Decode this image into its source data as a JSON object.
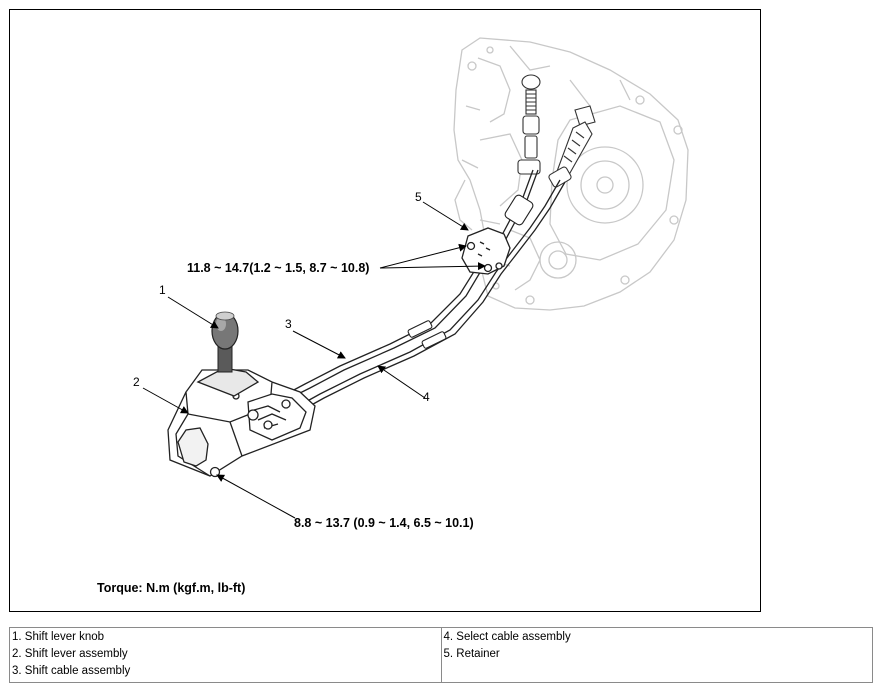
{
  "diagram": {
    "callouts": {
      "c1": "1",
      "c2": "2",
      "c3": "3",
      "c4": "4",
      "c5": "5"
    },
    "torque_retainer": "11.8 ~ 14.7(1.2 ~ 1.5, 8.7 ~ 10.8)",
    "torque_lever": "8.8 ~ 13.7 (0.9 ~ 1.4, 6.5 ~ 10.1)",
    "torque_units": "Torque: N.m (kgf.m, lb-ft)"
  },
  "legend": {
    "left": [
      "1. Shift lever knob",
      "2. Shift lever assembly",
      "3. Shift cable assembly"
    ],
    "right": [
      "4. Select cable assembly",
      "5. Retainer"
    ]
  }
}
